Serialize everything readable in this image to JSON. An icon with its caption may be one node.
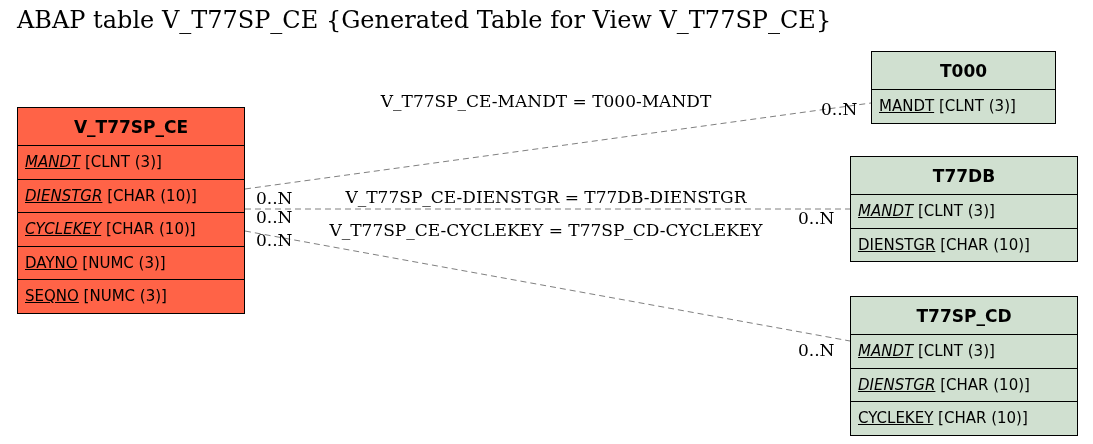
{
  "diagram": {
    "title": "ABAP table V_T77SP_CE {Generated Table for View V_T77SP_CE}",
    "nodes": [
      {
        "text": [
          "V_T77SP_CE"
        ]
      },
      {
        "text": [
          "*MANDT* [CLNT (3)]"
        ],
        "in": 0
      },
      {
        "text": [
          "*DIENSTGR* [CHAR (10)]"
        ],
        "in": 0
      },
      {
        "text": [
          "*CYCLEKEY* [CHAR (10)]"
        ],
        "in": 0
      },
      {
        "text": [
          "DAYNO [NUMC (3)]"
        ],
        "in": 0
      },
      {
        "text": [
          "SEQNO [NUMC (3)]"
        ],
        "in": 0
      },
      {
        "text": [
          "T000"
        ]
      },
      {
        "text": [
          "MANDT [CLNT (3)]"
        ],
        "in": 6
      },
      {
        "text": [
          "T77DB"
        ]
      },
      {
        "text": [
          "*MANDT* [CLNT (3)]"
        ],
        "in": 8
      },
      {
        "text": [
          "DIENSTGR [CHAR (10)]"
        ],
        "in": 8
      },
      {
        "text": [
          "T77SP_CD"
        ]
      },
      {
        "text": [
          "*MANDT* [CLNT (3)]"
        ],
        "in": 11
      },
      {
        "text": [
          "*DIENSTGR* [CHAR (10)]"
        ],
        "in": 11
      },
      {
        "text": [
          "CYCLEKEY [CHAR (10)]"
        ],
        "in": 11
      }
    ],
    "edges": [
      {
        "from": 0,
        "to": 6,
        "arrow": "none",
        "style": "dashed",
        "label": "V_T77SP_CE-MANDT = T000-MANDT"
      },
      {
        "from": 0,
        "to": 8,
        "arrow": "none",
        "style": "dashed",
        "label": "V_T77SP_CE-DIENSTGR = T77DB-DIENSTGR"
      },
      {
        "from": 0,
        "to": 11,
        "arrow": "none",
        "style": "dashed",
        "label": "V_T77SP_CE-CYCLEKEY = T77SP_CD-CYCLEKEY"
      }
    ],
    "labels": [
      "0..N",
      "0..N",
      "0..N",
      "0..N",
      "0..N",
      "0..N"
    ]
  }
}
